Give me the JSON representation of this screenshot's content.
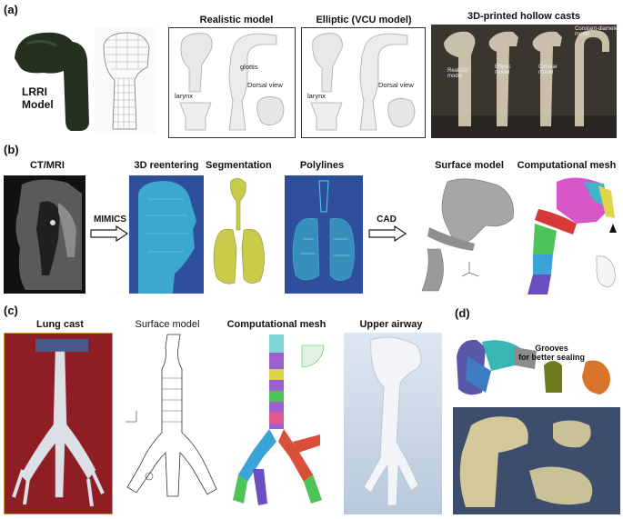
{
  "panels": {
    "a": {
      "letter": "(a)",
      "lrri_label": "LRRI\nModel",
      "realistic_title": "Realistic model",
      "elliptic_title": "Elliptic (VCU model)",
      "casts_title": "3D-printed hollow casts",
      "labels": {
        "larynx_1": "larynx",
        "glottis": "glottis",
        "dorsal_1": "Dorsal view",
        "larynx_2": "larynx",
        "dorsal_2": "Dorsal view"
      },
      "cast_labels": [
        "Realistic\nmodel",
        "Elliptic\nmodel",
        "Circular\nmodel",
        "Constant-diameter\nmodel"
      ]
    },
    "b": {
      "letter": "(b)",
      "ctmri": "CT/MRI",
      "mimics": "MIMICS",
      "reentering": "3D reentering",
      "segmentation": "Segmentation",
      "polylines": "Polylines",
      "cad": "CAD",
      "surface_model": "Surface model",
      "comp_mesh": "Computational mesh"
    },
    "c": {
      "letter": "(c)",
      "lung_cast": "Lung cast",
      "surface_model": "Surface model",
      "comp_mesh": "Computational mesh",
      "upper_airway": "Upper airway"
    },
    "d": {
      "letter": "(d)",
      "grooves": "Grooves\nfor better sealing"
    }
  },
  "colors": {
    "dark_model": "#25301e",
    "ct_bg": "#111111",
    "blue_panel": "#2d4f9c",
    "teal_head": "#3fb7d6",
    "yellow_lungs": "#c9cc4a",
    "photo_bg_a": "#3b3530",
    "lung_cast_bg": "#8e1d24",
    "upper_airway_bg": "#cfdbe8",
    "casts_table": "#3c4e6b"
  }
}
